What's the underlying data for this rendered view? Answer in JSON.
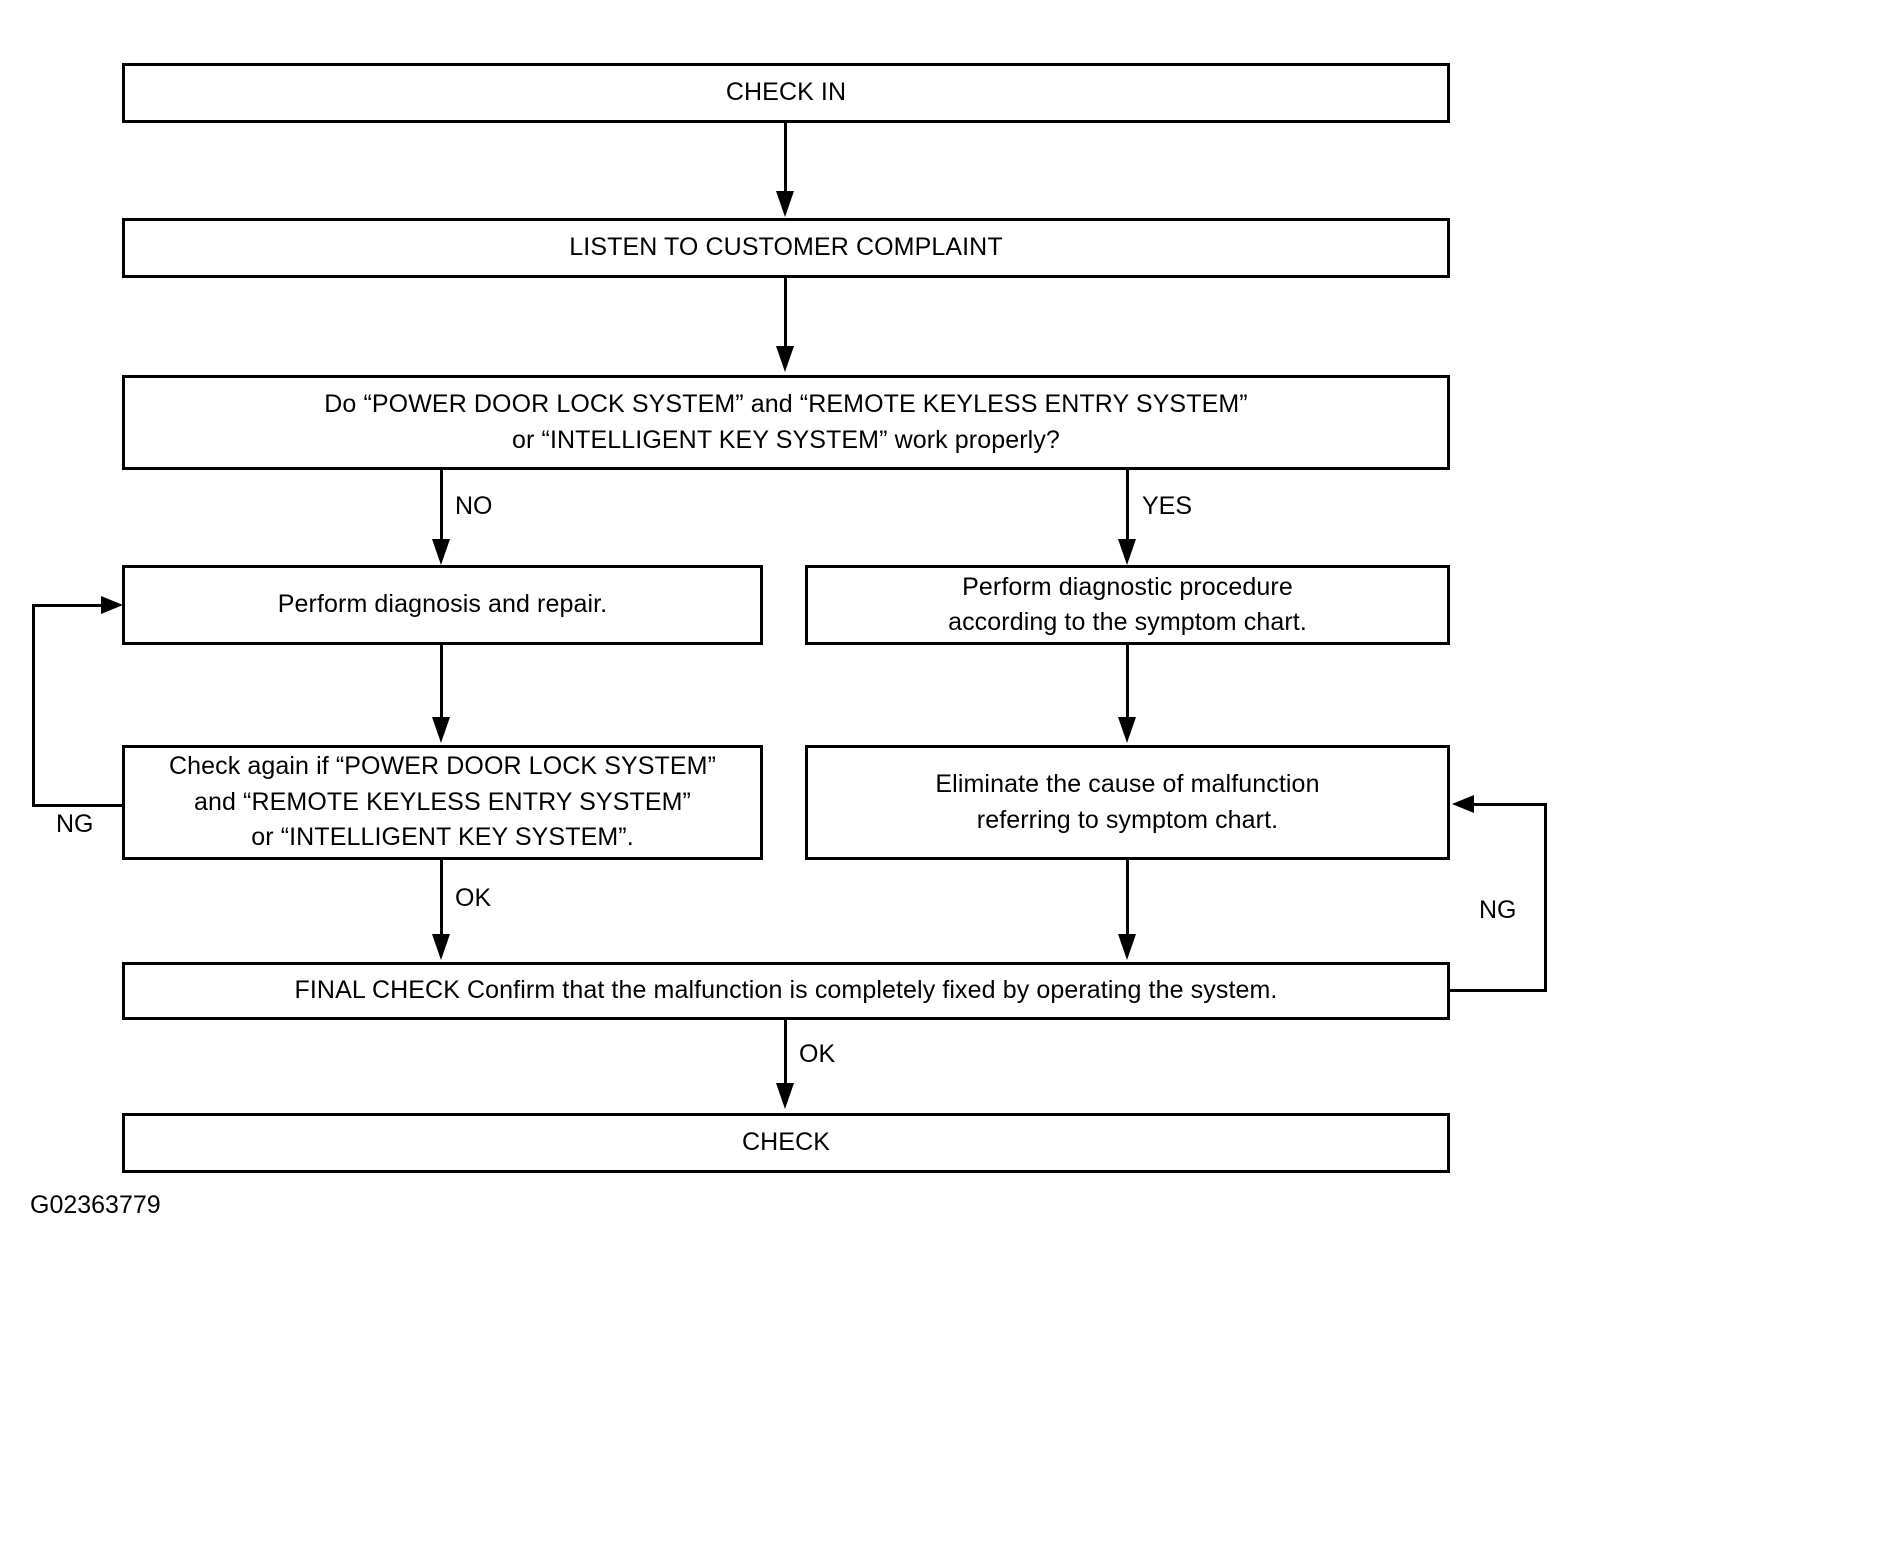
{
  "diagram": {
    "figure_id": "G02363779",
    "nodes": [
      {
        "id": "check-in",
        "label": "CHECK IN"
      },
      {
        "id": "listen-complaint",
        "label": "LISTEN TO CUSTOMER COMPLAINT"
      },
      {
        "id": "decision-systems-work",
        "label": "Do “POWER DOOR LOCK SYSTEM” and “REMOTE KEYLESS ENTRY SYSTEM”\nor “INTELLIGENT KEY SYSTEM” work properly?"
      },
      {
        "id": "perform-diagnosis-repair",
        "label": "Perform diagnosis and repair."
      },
      {
        "id": "perform-diagnostic-procedure",
        "label": "Perform diagnostic procedure\naccording to the symptom chart."
      },
      {
        "id": "check-again-systems",
        "label": "Check again if “POWER DOOR LOCK SYSTEM”\nand “REMOTE KEYLESS ENTRY SYSTEM”\nor “INTELLIGENT KEY SYSTEM”."
      },
      {
        "id": "eliminate-cause",
        "label": "Eliminate the cause of malfunction\nreferring to symptom chart."
      },
      {
        "id": "final-check",
        "label": "FINAL CHECK Confirm that the malfunction is completely fixed by operating the system."
      },
      {
        "id": "check-out",
        "label": "CHECK"
      }
    ],
    "edge_labels": {
      "no": "NO",
      "yes": "YES",
      "ng_left": "NG",
      "ok_left": "OK",
      "ng_right": "NG",
      "ok_bottom": "OK"
    },
    "colors": {
      "stroke": "#000000",
      "fill": "#ffffff",
      "text": "#000000"
    }
  }
}
